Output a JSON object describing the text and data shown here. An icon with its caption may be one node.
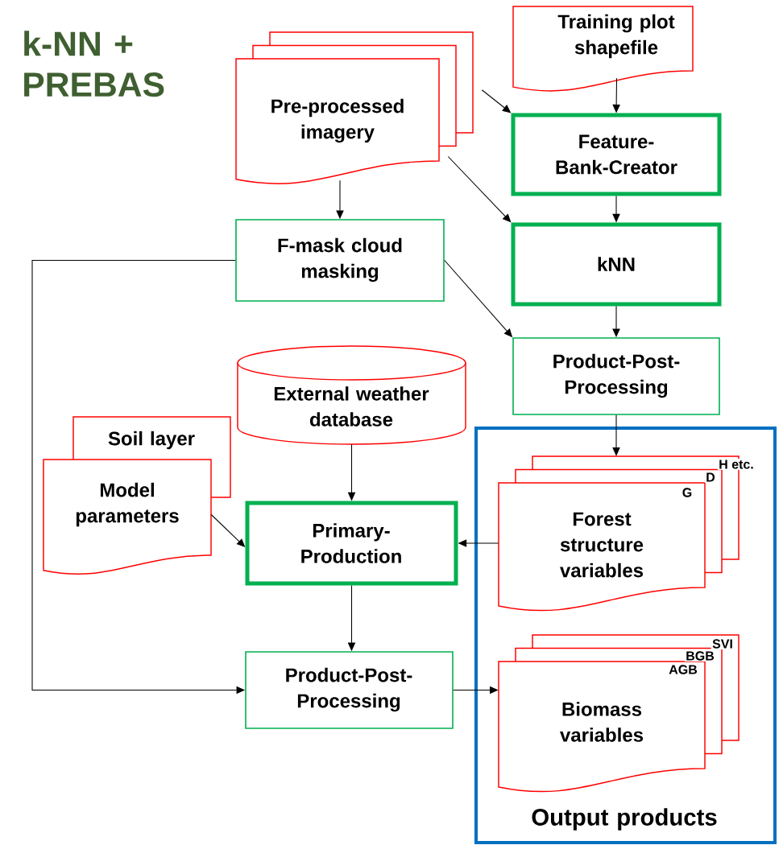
{
  "diagram": {
    "title": "k-NN + PREBAS",
    "nodes": [
      {
        "text": [
          "Pre-processed imagery"
        ]
      },
      {
        "text": [
          "Training plot shapefile"
        ]
      },
      {
        "text": [
          "Feature-Bank-Creator"
        ]
      },
      {
        "text": [
          "F-mask cloud masking"
        ]
      },
      {
        "text": [
          "kNN"
        ]
      },
      {
        "text": [
          "Product-Post-Processing"
        ]
      },
      {
        "text": [
          "External weather database"
        ]
      },
      {
        "text": [
          "Soil layer"
        ]
      },
      {
        "text": [
          "Model parameters"
        ]
      },
      {
        "text": [
          "Primary-Production"
        ]
      },
      {
        "text": [
          "Output products"
        ]
      },
      {
        "text": [
          "H etc.",
          "D",
          "G",
          "Forest structure variables"
        ],
        "in": 10
      },
      {
        "text": [
          "SVI",
          "BGB",
          "AGB",
          "Biomass variables"
        ],
        "in": 10
      },
      {
        "text": [
          "Product-Post-Processing"
        ]
      }
    ],
    "edges": [
      {
        "from": 0,
        "to": 2,
        "arrow": "to"
      },
      {
        "from": 1,
        "to": 2,
        "arrow": "to"
      },
      {
        "from": 0,
        "to": 4,
        "arrow": "to"
      },
      {
        "from": 0,
        "to": 3,
        "arrow": "to"
      },
      {
        "from": 2,
        "to": 4,
        "arrow": "to"
      },
      {
        "from": 3,
        "to": 5,
        "arrow": "to"
      },
      {
        "from": 4,
        "to": 5,
        "arrow": "to"
      },
      {
        "from": 5,
        "to": 11,
        "arrow": "to"
      },
      {
        "from": 11,
        "to": 9,
        "arrow": "to"
      },
      {
        "from": 8,
        "to": 9,
        "arrow": "to"
      },
      {
        "from": 6,
        "to": 9,
        "arrow": "to"
      },
      {
        "from": 9,
        "to": 13,
        "arrow": "to"
      },
      {
        "from": 3,
        "to": 13,
        "arrow": "to"
      },
      {
        "from": 13,
        "to": 12,
        "arrow": "to"
      }
    ]
  }
}
